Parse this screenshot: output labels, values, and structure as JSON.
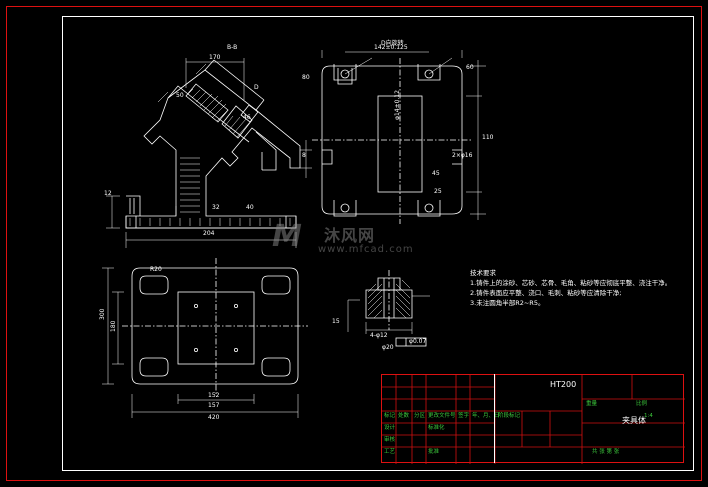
{
  "drawing": {
    "title_block_material": "HT200",
    "title_block_name": "夹具体",
    "watermark": {
      "logo": "M",
      "name": "沐风网",
      "url": "www.mfcad.com"
    }
  },
  "views": {
    "section_label": "B-B",
    "arrow_view_label": "D向旋转"
  },
  "dimensions": {
    "top_left_view": [
      "170",
      "204",
      "50",
      "46",
      "32",
      "40",
      "12",
      "8"
    ],
    "top_right_view": [
      "142±0.125",
      "60",
      "110",
      "80",
      "45",
      "2×φ16",
      "φ14±0.12",
      "25"
    ],
    "bottom_left_view": [
      "300",
      "180",
      "152",
      "157",
      "420",
      "R20"
    ],
    "bottom_detail": [
      "4-φ12",
      "φ20",
      "15",
      "φ0.07"
    ]
  },
  "technical_requirements": {
    "heading": "技术要求",
    "items": [
      "1.铸件上的涂砂、芯砂、芯骨、毛角、粘砂等应彻底平整、浇注干净。",
      "2.铸件表面应平整、浇口、毛刺、粘砂等应清除干净;",
      "3.未注圆角半部R2~R5。"
    ]
  },
  "title_block": {
    "rows": [
      {
        "cells": [
          "标记",
          "处数",
          "分区",
          "更改文件号",
          "签字",
          "年、月、日"
        ]
      },
      {
        "cells": [
          "设计",
          "",
          "",
          "标准化",
          "",
          "",
          "阶段标记",
          "重量",
          "比例"
        ]
      },
      {
        "cells": [
          "审核",
          "",
          "",
          "",
          "",
          "",
          "",
          "1:4"
        ]
      },
      {
        "cells": [
          "工艺",
          "",
          "",
          "批准",
          "",
          "",
          "共  张   第  张"
        ]
      }
    ],
    "material": "HT200",
    "part_name": "夹具体"
  }
}
